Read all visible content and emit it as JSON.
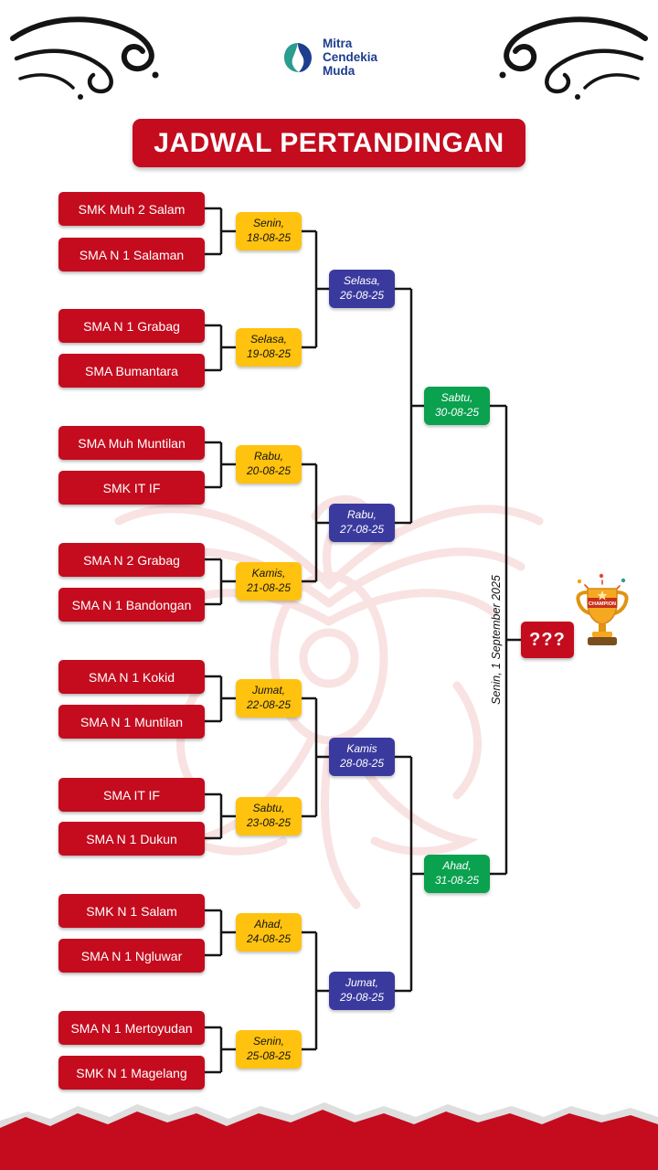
{
  "logo": {
    "name_lines": [
      "Mitra",
      "Cendekia",
      "Muda"
    ]
  },
  "title": "JADWAL PERTANDINGAN",
  "colors": {
    "red": "#c40c1e",
    "yellow": "#ffc20e",
    "blue": "#3a3a9e",
    "green": "#0aa14f",
    "logo_navy": "#1d3d8f",
    "logo_teal": "#2a9d8f"
  },
  "bracket": {
    "round1": [
      {
        "team1": "SMK Muh 2 Salam",
        "team2": "SMA N 1 Salaman",
        "day": "Senin,",
        "date": "18-08-25"
      },
      {
        "team1": "SMA N 1 Grabag",
        "team2": "SMA Bumantara",
        "day": "Selasa,",
        "date": "19-08-25"
      },
      {
        "team1": "SMA Muh Muntilan",
        "team2": "SMK IT IF",
        "day": "Rabu,",
        "date": "20-08-25"
      },
      {
        "team1": "SMA N 2 Grabag",
        "team2": "SMA N 1 Bandongan",
        "day": "Kamis,",
        "date": "21-08-25"
      },
      {
        "team1": "SMA N 1 Kokid",
        "team2": "SMA N 1 Muntilan",
        "day": "Jumat,",
        "date": "22-08-25"
      },
      {
        "team1": "SMA IT IF",
        "team2": "SMA N 1 Dukun",
        "day": "Sabtu,",
        "date": "23-08-25"
      },
      {
        "team1": "SMK N 1 Salam",
        "team2": "SMA N 1 Ngluwar",
        "day": "Ahad,",
        "date": "24-08-25"
      },
      {
        "team1": "SMA N 1 Mertoyudan",
        "team2": "SMK N 1 Magelang",
        "day": "Senin,",
        "date": "25-08-25"
      }
    ],
    "round2": [
      {
        "day": "Selasa,",
        "date": "26-08-25"
      },
      {
        "day": "Rabu,",
        "date": "27-08-25"
      },
      {
        "day": "Kamis",
        "date": "28-08-25"
      },
      {
        "day": "Jumat,",
        "date": "29-08-25"
      }
    ],
    "semifinal": [
      {
        "day": "Sabtu,",
        "date": "30-08-25"
      },
      {
        "day": "Ahad,",
        "date": "31-08-25"
      }
    ],
    "final": {
      "date": "Senin, 1 September 2025",
      "winner_placeholder": "???",
      "trophy_ribbon": "CHAMPION"
    }
  }
}
